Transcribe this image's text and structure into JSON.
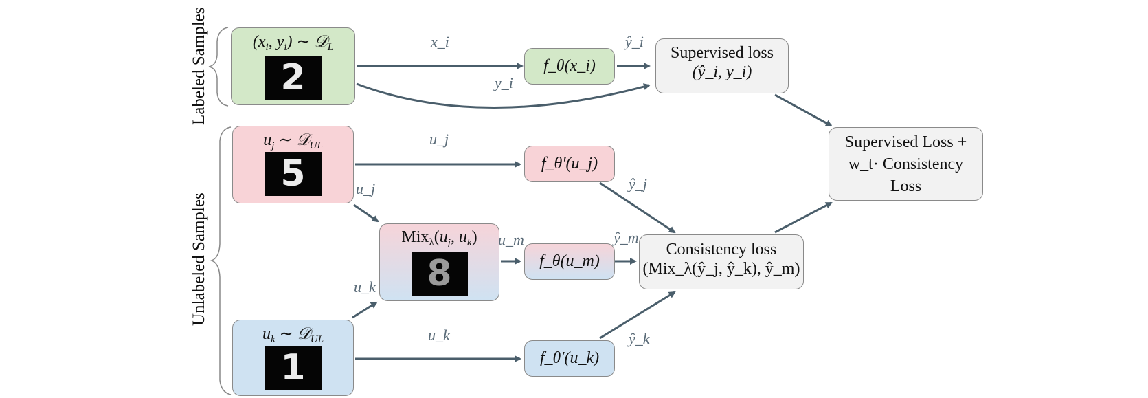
{
  "side_labels": {
    "labeled": "Labeled Samples",
    "unlabeled": "Unlabeled Samples"
  },
  "nodes": {
    "labeled_input": {
      "title": "(x_i, y_i) ~ D_L",
      "digit": "2",
      "color": "#d3e8c8"
    },
    "unlabeled_j": {
      "title": "u_j ~ D_UL",
      "digit": "5",
      "color": "#f8d3d7"
    },
    "unlabeled_k": {
      "title": "u_k ~ D_UL",
      "digit": "1",
      "color": "#cfe2f2"
    },
    "mix": {
      "title": "Mix_λ(u_j, u_k)",
      "digit": "8"
    },
    "f_xi": {
      "label": "f_θ(x_i)"
    },
    "f_uj": {
      "label": "f_θ′(u_j)"
    },
    "f_um": {
      "label": "f_θ(u_m)"
    },
    "f_uk": {
      "label": "f_θ′(u_k)"
    },
    "supervised_loss": {
      "line1": "Supervised loss",
      "line2": "(ŷ_i, y_i)"
    },
    "consistency_loss": {
      "line1": "Consistency loss",
      "line2": "(Mix_λ(ŷ_j, ŷ_k), ŷ_m)"
    },
    "total_loss": {
      "line1": "Supervised Loss +",
      "line2": "w_t· Consistency",
      "line3": "Loss"
    }
  },
  "edge_labels": {
    "x_i": "x_i",
    "y_i": "y_i",
    "yhat_i": "ŷ_i",
    "u_j_top": "u_j",
    "u_j_mix": "u_j",
    "u_k_mix": "u_k",
    "u_k_bottom": "u_k",
    "u_m": "u_m",
    "yhat_m": "ŷ_m",
    "yhat_j": "ŷ_j",
    "yhat_k": "ŷ_k"
  },
  "colors": {
    "arrow": "#4a5e6b",
    "label": "#5a6b78",
    "green": "#d3e8c8",
    "pink": "#f8d3d7",
    "blue": "#cfe2f2",
    "grey": "#f2f2f2"
  }
}
